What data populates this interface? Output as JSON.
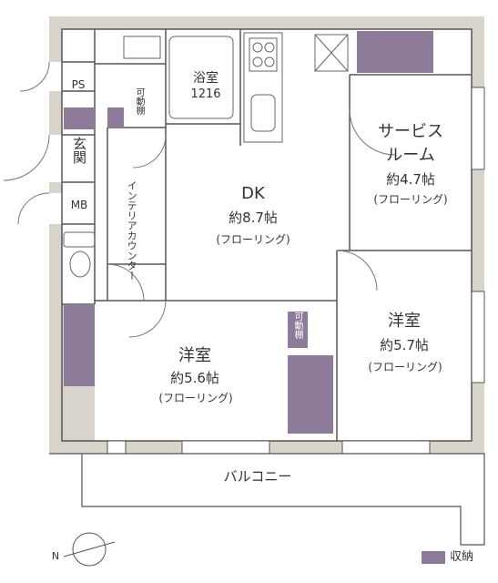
{
  "rooms": {
    "bath": {
      "name": "浴室",
      "size": "1216"
    },
    "dk": {
      "name": "DK",
      "area": "約8.7帖",
      "floor": "(フローリング)"
    },
    "service": {
      "name1": "サービス",
      "name2": "ルーム",
      "area": "約4.7帖",
      "floor": "(フローリング)"
    },
    "western_right": {
      "name": "洋室",
      "area": "約5.7帖",
      "floor": "(フローリング)"
    },
    "western_left": {
      "name": "洋室",
      "area": "約5.6帖",
      "floor": "(フローリング)"
    },
    "entrance": "玄関",
    "ps": "PS",
    "mb": "MB",
    "balcony": "バルコニー"
  },
  "labels": {
    "movable_shelf_top": "可動棚",
    "movable_shelf_mid": "可動棚",
    "interior_counter": "インテリアカウンター"
  },
  "legend": {
    "storage": "収納"
  },
  "compass": {
    "north": "N"
  },
  "colors": {
    "storage": "#8e7a99",
    "wall": "#d8d4cc",
    "line": "#444444"
  }
}
